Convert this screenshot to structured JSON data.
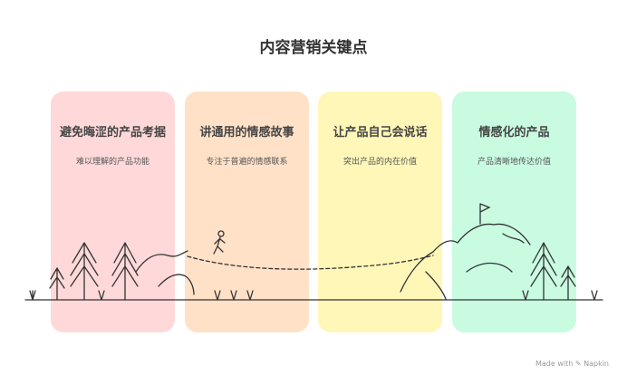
{
  "title": "内容营销关键点",
  "cards": [
    {
      "title": "避免晦涩的产品考据",
      "subtitle": "难以理解的产品功能",
      "color": "#FFD9D9"
    },
    {
      "title": "讲通用的情感故事",
      "subtitle": "专注于普遍的情感联系",
      "color": "#FFE1C8"
    },
    {
      "title": "让产品自己会说话",
      "subtitle": "突出产品的内在价值",
      "color": "#FFF7B8"
    },
    {
      "title": "情感化的产品",
      "subtitle": "产品清晰地传达价值",
      "color": "#C9FBE1"
    }
  ],
  "footer": "Made with ✎ Napkin"
}
